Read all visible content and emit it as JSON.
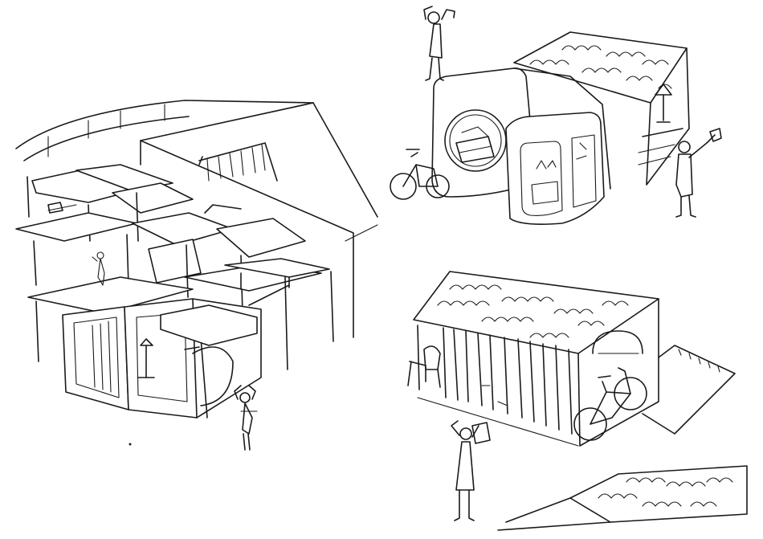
{
  "image": {
    "kind": "hand-drawn architectural sketch sheet",
    "ink_color": "#1a1a1a",
    "paper_color": "#ffffff"
  },
  "panels": [
    {
      "key": "market_stalls",
      "icons": [
        "canopy-icon",
        "pod-icon",
        "lamp-icon",
        "person-icon"
      ]
    },
    {
      "key": "bedroom_pods",
      "icons": [
        "roof-icon",
        "bed-icon",
        "bicycle-icon",
        "person-icon",
        "lamp-icon"
      ]
    },
    {
      "key": "bike_shed",
      "icons": [
        "roof-icon",
        "curtain-icon",
        "chair-icon",
        "bicycle-icon",
        "person-icon"
      ]
    },
    {
      "key": "roof_fragment",
      "icons": [
        "roof-icon"
      ]
    }
  ]
}
